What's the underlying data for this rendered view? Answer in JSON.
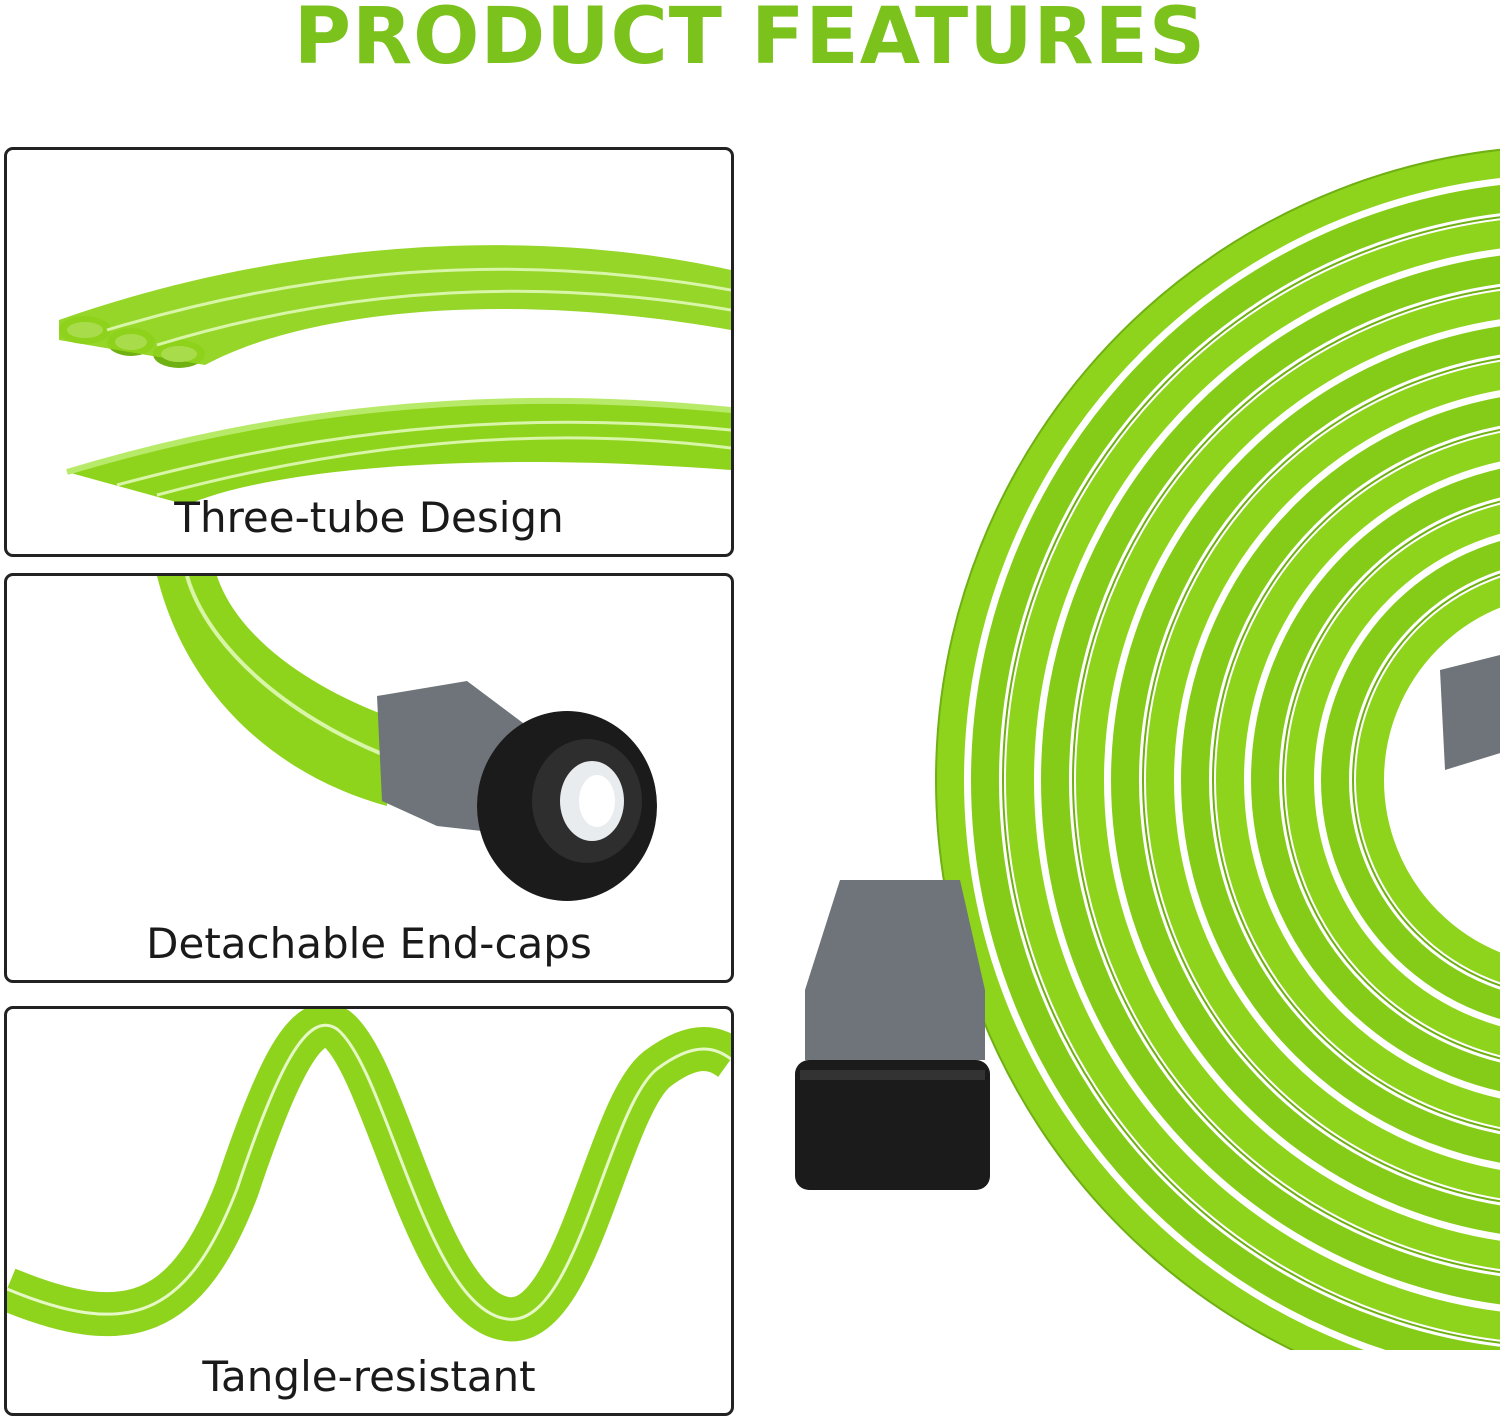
{
  "title": "PRODUCT FEATURES",
  "colors": {
    "title": "#7cc21c",
    "hose": "#8fd41c",
    "hose_dark": "#6fb012",
    "cap_gray": "#6e7479",
    "cap_black": "#1b1b1b",
    "border": "#222222"
  },
  "features": [
    {
      "label": "Three-tube Design"
    },
    {
      "label": "Detachable End-caps"
    },
    {
      "label": "Tangle-resistant"
    }
  ]
}
